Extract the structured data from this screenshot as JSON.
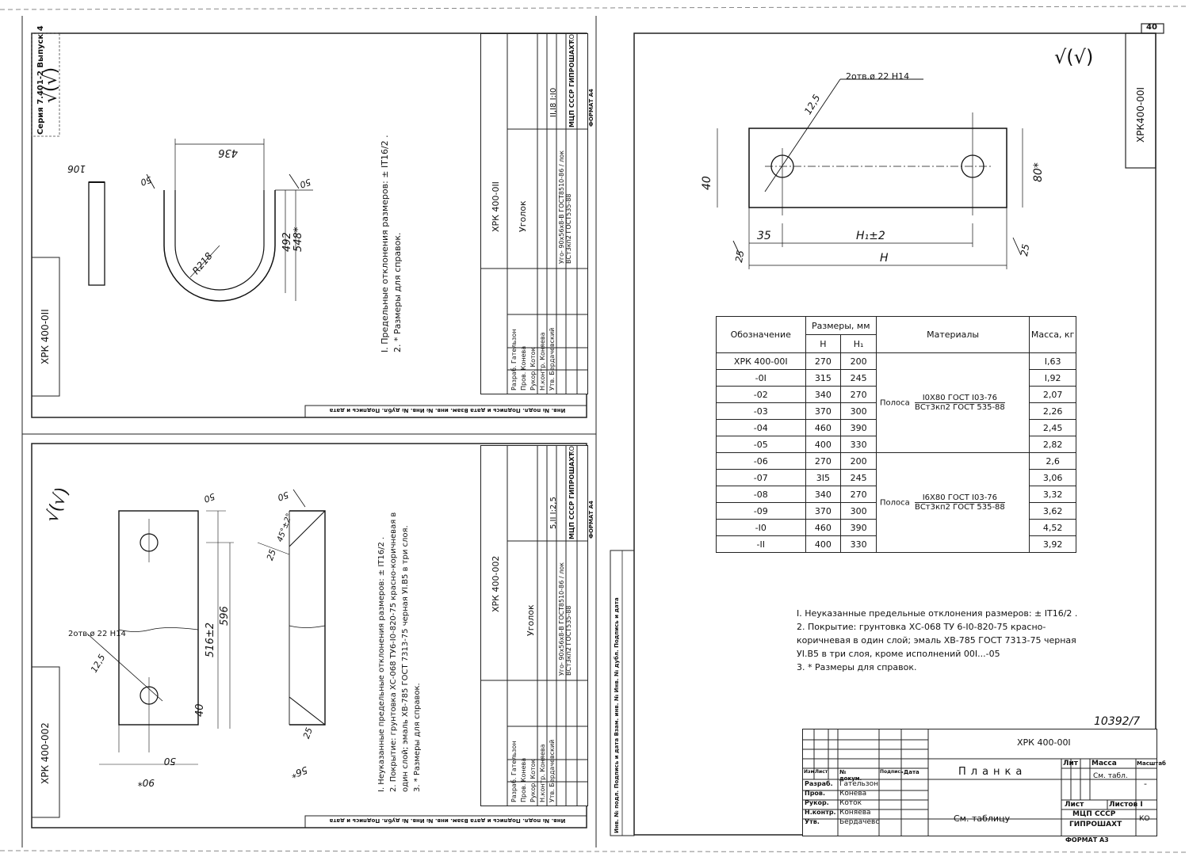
{
  "page_number": "40",
  "sheet_number": "10392/7",
  "top_left_code": "Серия 7.401-2 Выпуск 4",
  "roughness_symbol": "√(√)",
  "main_sheet": {
    "code": "ХРК 400-00I",
    "vertical_code": "ХРК400-00I",
    "title": "Планка",
    "material": "См. таблицу",
    "hole_label": "2отв.ø 22 Н14",
    "dims": {
      "r": "12,5",
      "h40": "40",
      "h80": "80*",
      "x35": "35",
      "h1": "H₁±2",
      "H": "H",
      "c25a": "25",
      "c25b": "25"
    },
    "table": {
      "headers": {
        "designation": "Обозначение",
        "sizes": "Размеры, мм",
        "H": "Н",
        "H1": "Н₁",
        "materials": "Материалы",
        "mass": "Масса, кг"
      },
      "rows": [
        {
          "d": "ХРК 400-00I",
          "H": "270",
          "H1": "200",
          "m": "I,63"
        },
        {
          "d": "-0I",
          "H": "315",
          "H1": "245",
          "m": "I,92"
        },
        {
          "d": "-02",
          "H": "340",
          "H1": "270",
          "m": "2,07"
        },
        {
          "d": "-03",
          "H": "370",
          "H1": "300",
          "m": "2,26"
        },
        {
          "d": "-04",
          "H": "460",
          "H1": "390",
          "m": "2,45"
        },
        {
          "d": "-05",
          "H": "400",
          "H1": "330",
          "m": "2,82"
        },
        {
          "d": "-06",
          "H": "270",
          "H1": "200",
          "m": "2,6"
        },
        {
          "d": "-07",
          "H": "3I5",
          "H1": "245",
          "m": "3,06"
        },
        {
          "d": "-08",
          "H": "340",
          "H1": "270",
          "m": "3,32"
        },
        {
          "d": "-09",
          "H": "370",
          "H1": "300",
          "m": "3,62"
        },
        {
          "d": "-I0",
          "H": "460",
          "H1": "390",
          "m": "4,52"
        },
        {
          "d": "-II",
          "H": "400",
          "H1": "330",
          "m": "3,92"
        }
      ],
      "mat1_prefix": "Полоса",
      "mat1_top": "I0X80 ГОСТ I03-76",
      "mat1_bottom": "ВСт3кп2 ГОСТ 535-88",
      "mat2_prefix": "Полоса",
      "mat2_top": "I6X80 ГОСТ I03-76",
      "mat2_bottom": "ВСт3кп2 ГОСТ 535-88"
    },
    "notes": [
      "I. Неуказанные предельные отклонения размеров: ± IТ16/2 .",
      "2. Покрытие: грунтовка ХС-068 ТУ 6-I0-820-75 красно-",
      "коричневая в один слой; эмаль ХВ-785 ГОСТ 7313-75 черная",
      "УI.В5 в три слоя, кроме исполнений 00I...-05",
      "3. * Размеры для справок."
    ],
    "title_block": {
      "roles": [
        "Разраб.",
        "Пров.",
        "Рукор.",
        "Н.контр.",
        "Утв."
      ],
      "names": [
        "Гательзон",
        "Конева",
        "Коток",
        "Коняева",
        "Бердачевский"
      ],
      "col_headers": [
        "Изм",
        "Лист",
        "№ докум.",
        "Подпись",
        "Дата"
      ],
      "lit": "Лит",
      "massa": "Масса",
      "masshtab": "Масштаб",
      "mass_value": "См. табл.",
      "scale_value": "-",
      "list": "Лист",
      "listov": "Листов I",
      "org1": "МЦП СССР",
      "org2": "ГИПРОШАХТ",
      "org_code": "КО",
      "format": "ФОРМАТ А3"
    },
    "side_strip": "Инв. № подл.  Подпись и дата  Взам. инв. №  Инв. № дубл.  Подпись и дата"
  },
  "sheet_011": {
    "code": "ХРК 400-0II",
    "title": "Уголок",
    "material": "Уго- 90х56х8-В ГОСТ8510-86 / лок ВСт3кп2 ГОСТ535-88",
    "mass_scale": "II,I8  I:I0",
    "dims": {
      "w436": "436",
      "w106": "106",
      "r218": "R218",
      "h492": "492",
      "h548": "548*",
      "c50a": "50",
      "c50b": "50"
    },
    "notes": [
      "I. Предельные отклонения размеров: ± IТ16/2 .",
      "2. * Размеры для справок."
    ],
    "bottom_strip": "Инв. № подл.  Подпись и дата  Взам. инв. №  Инв. № дубл.  Подпись и дата",
    "format": "ФОРМАТ А4"
  },
  "sheet_002": {
    "code": "ХРК 400-002",
    "title": "Уголок",
    "material": "Уго- 90х56х8-В ГОСТ8510-86 / лок ВСт3кп2 ГОСТ535-88",
    "mass_scale": "5,II  I:2,5",
    "hole_label": "2отв.ø 22 Н14",
    "dims": {
      "h596": "596",
      "h516": "516±2",
      "h40": "40",
      "w50": "50",
      "w90": "90*",
      "w56": "56*",
      "c25": "25",
      "c45": "45°±2°",
      "r125": "12,5",
      "c50a": "50",
      "c50b": "50"
    },
    "notes": [
      "I. Неуказанные предельные отклонения размеров: ± IТ16/2 .",
      "2. Покрытие: грунтовка ХС-068 ТУ6-I0-820-75 красно-коричневая в",
      "один слой; эмаль ХВ-785 ГОСТ 7313-75 черная УI.В5 в три слоя.",
      "3. * Размеры для справок."
    ],
    "bottom_strip": "Инв. № подл.  Подпись и дата  Взам. инв. №  Инв. № дубл.  Подпись и дата",
    "format": "ФОРМАТ А4"
  },
  "common_people": {
    "roles": [
      "Разраб.",
      "Пров.",
      "Рукор.",
      "Н.контр.",
      "Утв."
    ],
    "names": [
      "Гательзон",
      "Конева",
      "Коток",
      "Коняева",
      "Бердачевский"
    ],
    "org": "МЦП СССР ГИПРОШАХТ",
    "org_code": "КО",
    "lit": "Лит",
    "massa": "Масса",
    "masshtab": "Масштаб",
    "list": "Лист",
    "listov": "Листов I"
  }
}
